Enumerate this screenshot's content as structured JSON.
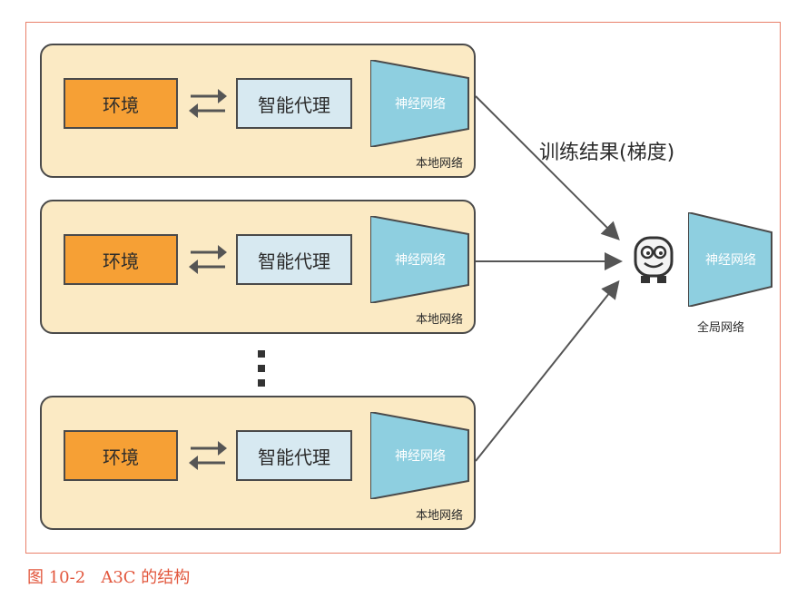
{
  "local_units": [
    {
      "env_label": "环境",
      "agent_label": "智能代理",
      "nn_label": "神经网络",
      "box_label": "本地网络"
    },
    {
      "env_label": "环境",
      "agent_label": "智能代理",
      "nn_label": "神经网络",
      "box_label": "本地网络"
    },
    {
      "env_label": "环境",
      "agent_label": "智能代理",
      "nn_label": "神经网络",
      "box_label": "本地网络"
    }
  ],
  "gradient_label": "训练结果(梯度)",
  "global": {
    "nn_label": "神经网络",
    "label": "全局网络"
  },
  "caption": "图 10-2   A3C 的结构",
  "colors": {
    "env": "#f6a035",
    "agent": "#d7e9f1",
    "local_bg": "#fbeac4",
    "nn": "#8ecfe0",
    "caption": "#e2573d"
  }
}
